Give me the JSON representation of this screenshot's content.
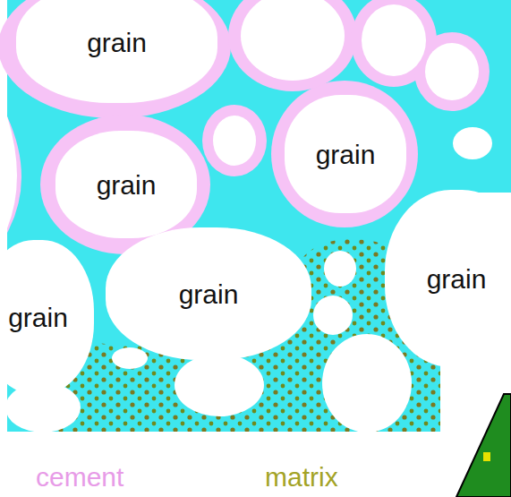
{
  "diagram": {
    "nodes": [
      {
        "text": [
          "grain"
        ]
      },
      {
        "text": [
          "grain"
        ]
      },
      {
        "text": [
          "grain"
        ]
      },
      {
        "text": [
          "grain"
        ]
      },
      {
        "text": [
          "grain"
        ]
      },
      {
        "text": [
          "grain"
        ]
      }
    ],
    "labels": [
      "cement",
      "matrix"
    ]
  }
}
